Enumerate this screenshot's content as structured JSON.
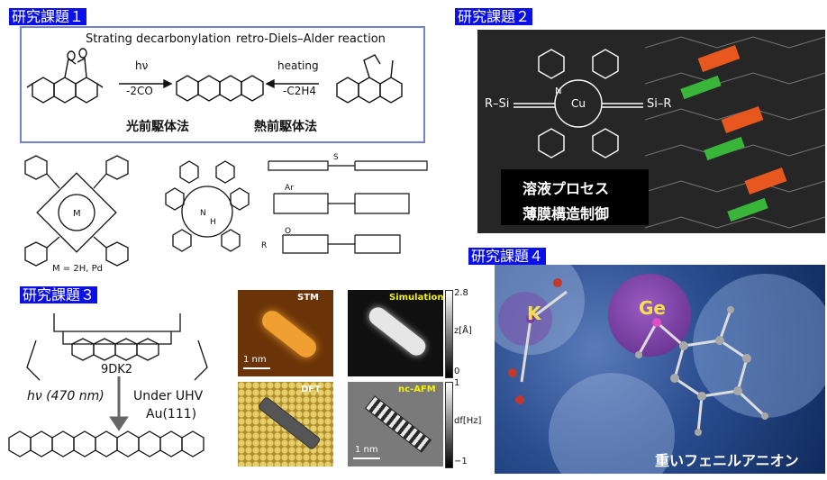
{
  "topics": {
    "t1": "研究課題１",
    "t2": "研究課題２",
    "t3": "研究課題３",
    "t4": "研究課題４"
  },
  "panel1": {
    "title_left": "Strating decarbonylation",
    "title_right": "retro-Diels–Alder reaction",
    "arrow_top_left": "hν",
    "arrow_bottom_left": "-2CO",
    "arrow_top_right": "heating",
    "arrow_bottom_right": "-C2H4",
    "method_left": "光前駆体法",
    "method_right": "熱前駆体法"
  },
  "panel1b": {
    "porphyrin_label": "M = 2H,  Pd",
    "atom_m": "M",
    "atom_n": "N",
    "atom_h": "H",
    "atom_s": "S",
    "atom_ar": "Ar",
    "atom_o": "O",
    "atom_r": "R"
  },
  "panel2": {
    "left_group": "R–Si",
    "right_group": "Si–R",
    "center_metal": "Cu",
    "atom_n": "N",
    "caption_line1": "溶液プロセス",
    "caption_line2": "薄膜構造制御"
  },
  "panel3": {
    "reagent": "9DK2",
    "light": "hν (470 nm)",
    "condition1": "Under UHV",
    "condition2": "Au(111)",
    "stm_label": "STM",
    "sim_label": "Simulation",
    "dft_label": "DFT",
    "afm_label": "nc-AFM",
    "scale_stm": "1 nm",
    "scale_afm": "1 nm",
    "z_top": "2.8",
    "z_bottom": "0",
    "z_unit": "z[Å]",
    "df_top": "1",
    "df_bottom": "−1",
    "df_unit": "df[Hz]"
  },
  "panel4": {
    "atom_k": "K",
    "atom_ge": "Ge",
    "caption": "重いフェニルアニオン"
  },
  "colors": {
    "label_bg": "#0a10e6",
    "panel1_border": "#6f82d8",
    "stm_orange": "#e0922a",
    "dft_gold": "#c8a83e",
    "panel4_bg": "#2a4d8f",
    "ge_purple": "#7a3ea0"
  }
}
